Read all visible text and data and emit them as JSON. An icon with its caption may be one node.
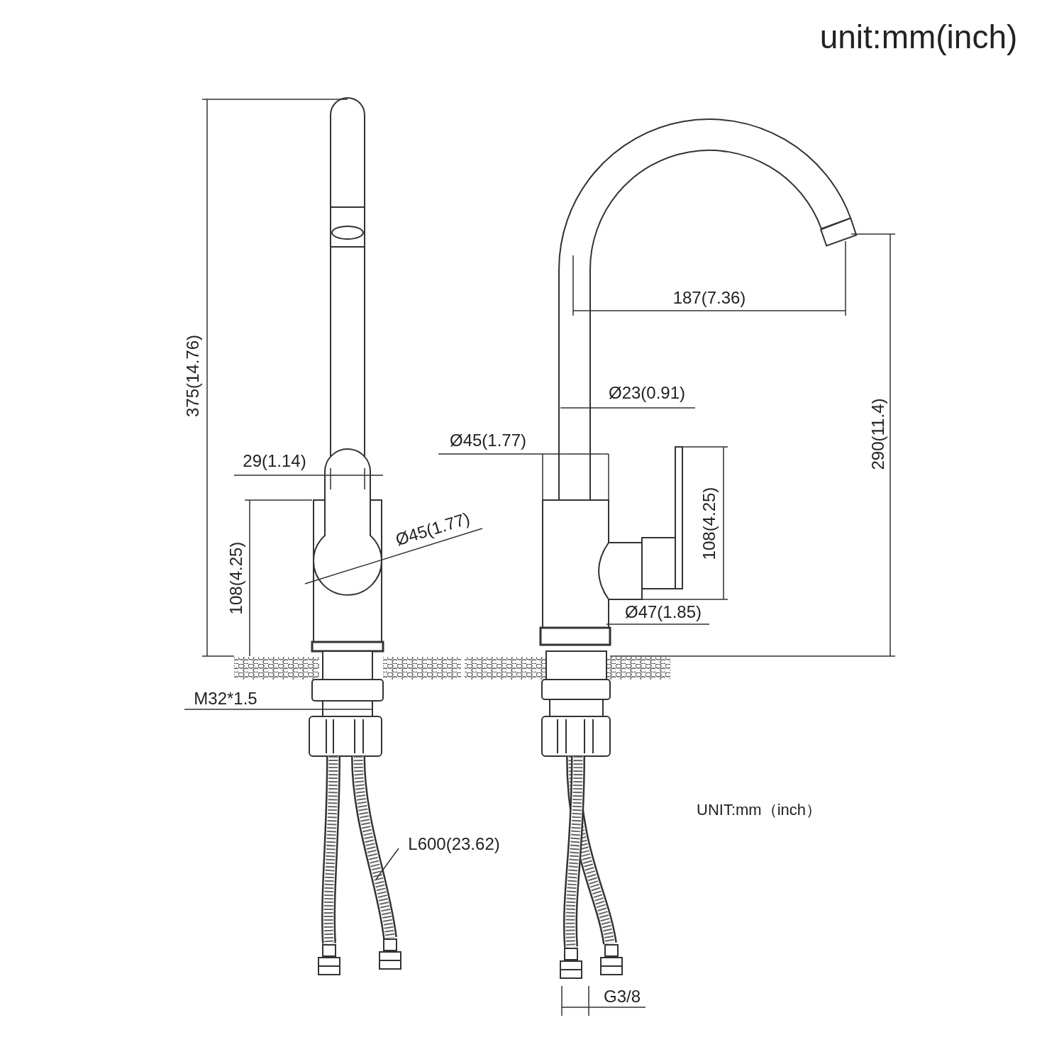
{
  "diagram": {
    "nodes": [
      {
        "text": [
          "L600(23.62)"
        ]
      },
      {
        "text": [],
        "shape": "picture"
      }
    ],
    "edges": [
      {
        "from": 0,
        "to": 1,
        "arrow": "none"
      }
    ],
    "labels": [
      "unit:mm(inch)",
      "375(14.76)",
      "187(7.36)",
      "Ø23(0.91)",
      "Ø45(1.77)",
      "29(1.14)",
      "290(11.4)",
      "108(4.25)",
      "Ø45(1.77)",
      "108(4.25)",
      "Ø47(1.85)",
      "M32*1.5",
      "UNIT:mm（inch）",
      "G3/8"
    ]
  }
}
